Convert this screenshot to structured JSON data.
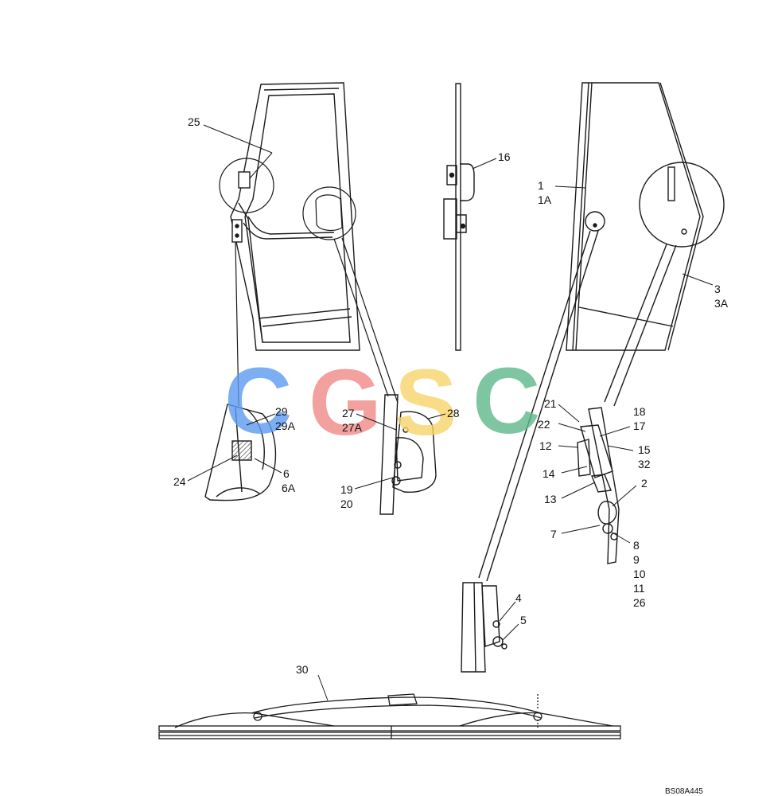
{
  "drawing_ref": "BS08A445",
  "colors": {
    "line": "#1a1a1a",
    "glass": "#ffffff",
    "wm_blue": "#5b9bf0",
    "wm_red": "#f08a86",
    "wm_yellow": "#f8d46a",
    "wm_green": "#5fb98a",
    "callout_27A": "#b0472d",
    "callout_29A": "#3a6bbf"
  },
  "watermark": {
    "letters": [
      "C",
      "G",
      "S",
      "C"
    ]
  },
  "callouts": [
    {
      "text": "25"
    },
    {
      "text": "16"
    },
    {
      "text": "1"
    },
    {
      "text": "1A"
    },
    {
      "text": "3"
    },
    {
      "text": "3A"
    },
    {
      "text": "29"
    },
    {
      "text": "29A"
    },
    {
      "text": "6"
    },
    {
      "text": "6A"
    },
    {
      "text": "24"
    },
    {
      "text": "27"
    },
    {
      "text": "27A"
    },
    {
      "text": "28"
    },
    {
      "text": "19"
    },
    {
      "text": "20"
    },
    {
      "text": "21"
    },
    {
      "text": "22"
    },
    {
      "text": "18"
    },
    {
      "text": "17"
    },
    {
      "text": "15"
    },
    {
      "text": "32"
    },
    {
      "text": "12"
    },
    {
      "text": "14"
    },
    {
      "text": "13"
    },
    {
      "text": "2"
    },
    {
      "text": "7"
    },
    {
      "text": "8"
    },
    {
      "text": "9"
    },
    {
      "text": "10"
    },
    {
      "text": "11"
    },
    {
      "text": "26"
    },
    {
      "text": "4"
    },
    {
      "text": "5"
    },
    {
      "text": "30"
    }
  ]
}
